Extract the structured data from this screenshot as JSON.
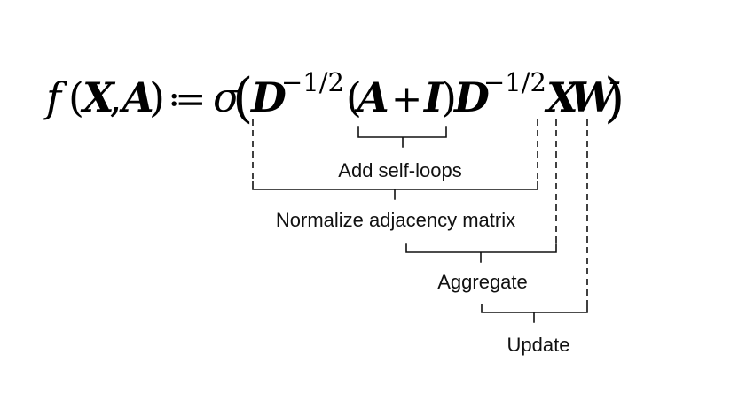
{
  "formula": {
    "f": "f",
    "open_paren": "(",
    "X": "X",
    "comma": ",",
    "A": "A",
    "close_paren": ")",
    "assign": "≔",
    "sigma": "σ",
    "big_open": "(",
    "D1": "D",
    "exp1": "−1/2",
    "inner_open": "(",
    "A2": "A",
    "plus": "+",
    "I": "I",
    "inner_close": ")",
    "D2": "D",
    "exp2": "−1/2",
    "X2": "X",
    "W": "W",
    "big_close": ")"
  },
  "annotations": {
    "self_loops": "Add self-loops",
    "normalize": "Normalize adjacency matrix",
    "aggregate": "Aggregate",
    "update": "Update"
  }
}
